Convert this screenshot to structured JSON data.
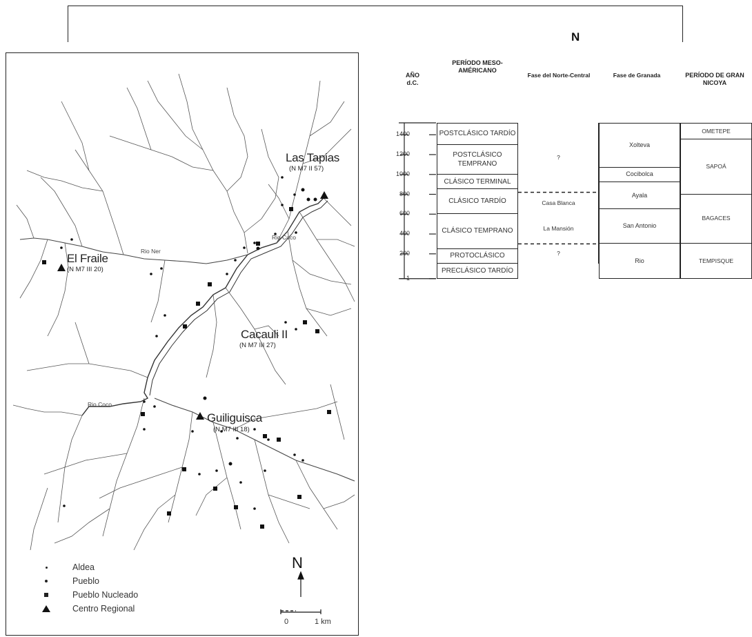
{
  "top_fragment": {
    "north": "N"
  },
  "map": {
    "sites": {
      "las_tapias": {
        "name": "Las Tapias",
        "code": "(N M7 II 57)"
      },
      "el_fraile": {
        "name": "El Fraile",
        "code": "(N M7 III 20)"
      },
      "cacauli": {
        "name": "Cacauli II",
        "code": "(N M7 III 27)"
      },
      "guiliguisca": {
        "name": "Guiliguisca",
        "code": "(N M7 III 18)"
      }
    },
    "rivers": {
      "upper": "Rio Ner",
      "right": "Rio Coco",
      "lower": "Rio Coco"
    },
    "legend": [
      {
        "symbol": "dot",
        "label": "Aldea"
      },
      {
        "symbol": "dot-large",
        "label": "Pueblo"
      },
      {
        "symbol": "square",
        "label": "Pueblo Nucleado"
      },
      {
        "symbol": "triangle",
        "label": "Centro Regional"
      }
    ],
    "north_label": "N",
    "scale": {
      "start": "0",
      "end": "1 km"
    }
  },
  "chronology": {
    "headers": {
      "year": "AÑO d.C.",
      "meso": "PERÍODO MESO-AMÉRICANO",
      "north_central": "Fase del Norte-Central",
      "granada": "Fase de Granada",
      "nicoya": "PERÍODO DE GRAN NICOYA"
    },
    "years": [
      "1400",
      "1200",
      "1000",
      "800",
      "600",
      "400",
      "200",
      "1"
    ],
    "meso_periods": [
      {
        "label": "POSTCLÁSICO TARDÍO",
        "from": 1520,
        "to": 1300
      },
      {
        "label": "POSTCLÁSICO TEMPRANO",
        "from": 1300,
        "to": 1000
      },
      {
        "label": "CLÁSICO TERMINAL",
        "from": 1000,
        "to": 850
      },
      {
        "label": "CLÁSICO TARDÍO",
        "from": 850,
        "to": 600
      },
      {
        "label": "CLÁSICO TEMPRANO",
        "from": 600,
        "to": 250
      },
      {
        "label": "PROTOCLÁSICO",
        "from": 250,
        "to": 100
      },
      {
        "label": "PRECLÁSICO TARDÍO",
        "from": 100,
        "to": -50
      }
    ],
    "north_central_phases": [
      {
        "label": "?",
        "from": 1520,
        "to": 820
      },
      {
        "label": "Casa Blanca",
        "from": 820,
        "to": 600
      },
      {
        "label": "La Mansión",
        "from": 600,
        "to": 300
      },
      {
        "label": "?",
        "from": 300,
        "to": 100
      }
    ],
    "granada_phases": [
      {
        "label": "Xolteva",
        "from": 1520,
        "to": 1070
      },
      {
        "label": "Cocibolca",
        "from": 1070,
        "to": 920
      },
      {
        "label": "Ayala",
        "from": 920,
        "to": 650
      },
      {
        "label": "San Antonio",
        "from": 650,
        "to": 300
      },
      {
        "label": "Rio",
        "from": 300,
        "to": -50
      }
    ],
    "nicoya_periods": [
      {
        "label": "OMETEPE",
        "from": 1520,
        "to": 1350
      },
      {
        "label": "SAPOÁ",
        "from": 1350,
        "to": 800
      },
      {
        "label": "BAGACES",
        "from": 800,
        "to": 300
      },
      {
        "label": "TEMPISQUE",
        "from": 300,
        "to": -50
      }
    ]
  }
}
